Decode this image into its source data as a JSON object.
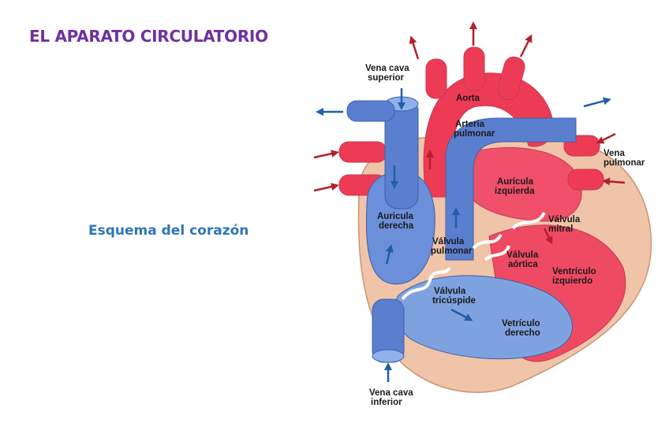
{
  "slide": {
    "title": "EL APARATO CIRCULATORIO",
    "subtitle": "Esquema del corazón"
  },
  "colors": {
    "title": "#7030a0",
    "subtitle": "#2e75b6",
    "oxygenated": "#e8384f",
    "deoxygenated": "#5b7fcf",
    "wall": "#f0c4a8",
    "arrow_red": "#b3202b",
    "arrow_blue": "#1f5fa6"
  },
  "labels": {
    "vena_cava_superior": [
      "Vena cava",
      "superior"
    ],
    "aorta": [
      "Aorta"
    ],
    "arteria_pulmonar": [
      "Arteria",
      "pulmonar"
    ],
    "vena_pulmonar": [
      "Vena",
      "pulmonar"
    ],
    "auricula_izquierda": [
      "Aurícula",
      "izquierda"
    ],
    "auricula_derecha": [
      "Auricula",
      "derecha"
    ],
    "valvula_mitral": [
      "Válvula",
      "mitral"
    ],
    "valvula_pulmonar": [
      "Válvula",
      "pulmonar"
    ],
    "valvula_aortica": [
      "Válvula",
      "aórtica"
    ],
    "ventriculo_izquierdo": [
      "Ventrículo",
      "izquierdo"
    ],
    "valvula_tricuspide": [
      "Válvula",
      "tricúspide"
    ],
    "ventriculo_derecho": [
      "Vetrículo",
      "derecho"
    ],
    "vena_cava_inferior": [
      "Vena cava",
      "inferior"
    ]
  }
}
